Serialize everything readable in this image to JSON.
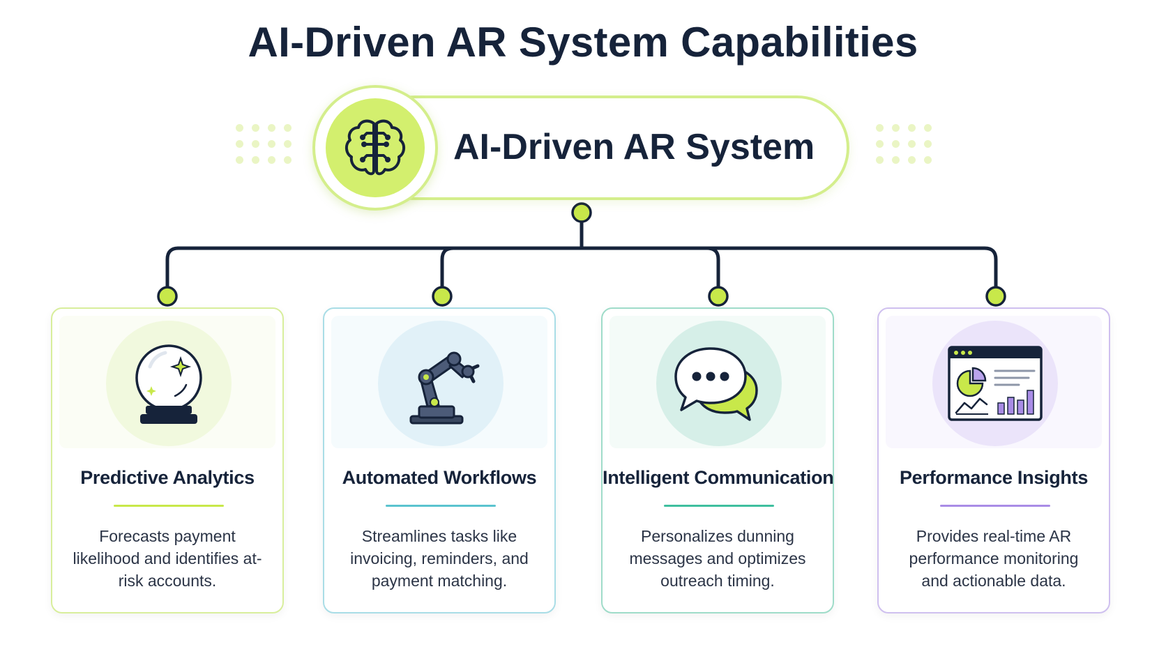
{
  "title": "AI-Driven AR System Capabilities",
  "hub": {
    "label": "AI-Driven AR System",
    "icon": "brain-circuit-icon"
  },
  "colors": {
    "navy": "#16233a",
    "lime": "#c8e84a",
    "teal": "#5bc3cf",
    "mint": "#3fbf9f",
    "lavender": "#a98ce6"
  },
  "capabilities": [
    {
      "title": "Predictive Analytics",
      "description": "Forecasts payment likelihood and identifies at-risk accounts.",
      "icon": "crystal-ball-icon",
      "accent": "#c8e84a"
    },
    {
      "title": "Automated Workflows",
      "description": "Streamlines tasks like invoicing, reminders, and payment matching.",
      "icon": "robotic-arm-icon",
      "accent": "#5bc3cf"
    },
    {
      "title": "Intelligent Communication",
      "description": "Personalizes dunning messages and optimizes outreach timing.",
      "icon": "chat-bubbles-icon",
      "accent": "#3fbf9f"
    },
    {
      "title": "Performance Insights",
      "description": "Provides real-time AR performance monitoring and actionable data.",
      "icon": "dashboard-icon",
      "accent": "#a98ce6"
    }
  ]
}
